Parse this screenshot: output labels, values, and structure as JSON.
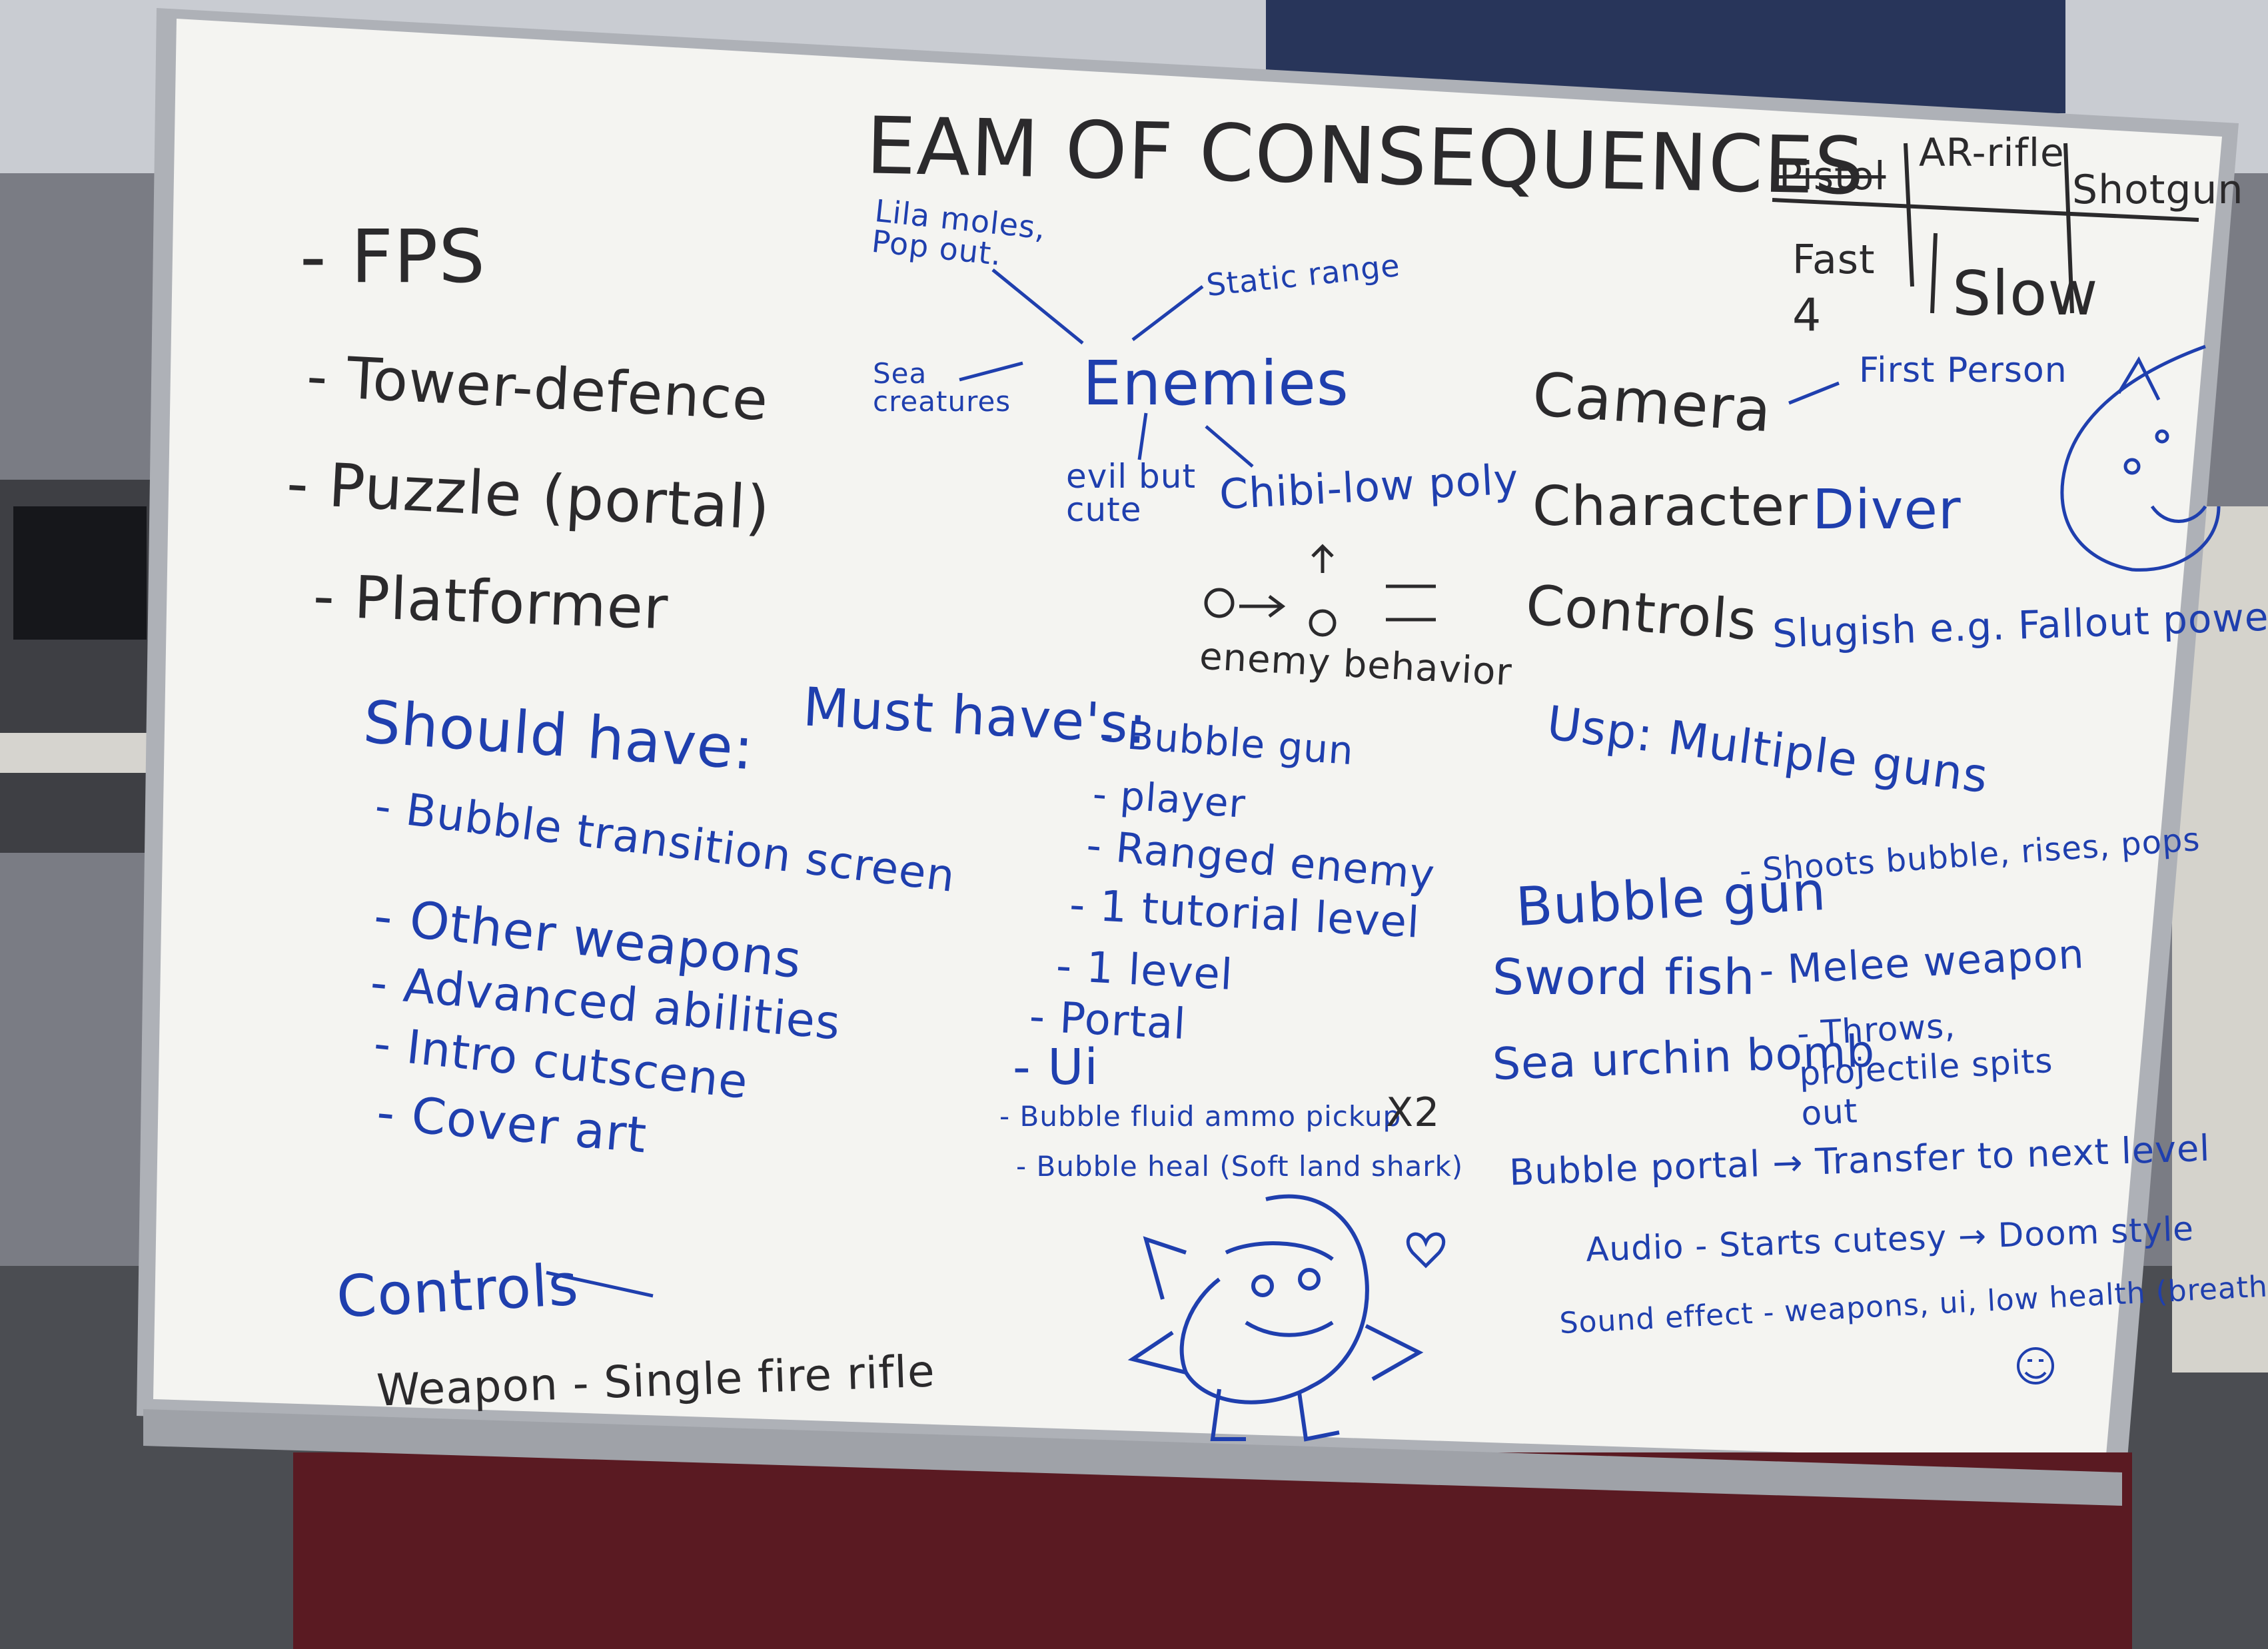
{
  "title": "EAM OF CONSEQUENCES",
  "colors": {
    "black_marker": "#2b2a2c",
    "blue_marker": "#1f3fae",
    "board": "#f3f3f0",
    "frame": "#b9bcc1"
  },
  "weapons_table": {
    "headers": [
      "Pistol",
      "AR-rifle",
      "Shotgun"
    ],
    "row": [
      "Fast",
      "Slow"
    ],
    "number": "4"
  },
  "genres": [
    "- FPS",
    "- Tower-defence",
    "- Puzzle (portal)",
    "- Platformer"
  ],
  "enemies_map": {
    "center": "Enemies",
    "branches": [
      "Lila moles, Pop out.",
      "Static range",
      "Sea creatures",
      "evil but cute",
      "Chibi-low poly"
    ],
    "behavior_label": "enemy behavior"
  },
  "game_spec": {
    "camera": "Camera",
    "camera_value": "First Person",
    "character": "Character",
    "character_value": "Diver",
    "controls": "Controls",
    "controls_value": "Slugish e.g. Fallout power armour"
  },
  "should_have": {
    "heading": "Should have:",
    "items": [
      "- Bubble transition screen",
      "- Other weapons",
      "- Advanced abilities",
      "- Intro cutscene",
      "- Cover art"
    ]
  },
  "must_have": {
    "heading": "Must have's:",
    "items": [
      "- Bubble gun",
      "- player",
      "- Ranged enemy",
      "- 1 tutorial level",
      "- 1 level",
      "- Portal",
      "- Ui",
      "- Bubble fluid ammo pickup",
      "- Bubble heal (Soft land shark)"
    ],
    "x2": "X2"
  },
  "usp": {
    "heading": "Usp: Multiple guns",
    "weapons": [
      {
        "name": "Bubble gun",
        "desc": "- Shoots bubble, rises, pops"
      },
      {
        "name": "Sword fish",
        "desc": "- Melee weapon"
      },
      {
        "name": "Sea urchin bomb",
        "desc": "- Throws, projectile spits out"
      }
    ],
    "portal": "Bubble portal → Transfer to next level",
    "audio": "Audio - Starts cutesy → Doom style",
    "sound": "Sound effect - weapons, ui, low health (breathing)"
  },
  "controls_bottom": {
    "heading": "Controls",
    "weapon": "Weapon - Single fire rifle"
  },
  "icons": [
    "fish-mascot-drawing",
    "small-fish-sketch",
    "heart-icon",
    "smiley-icon",
    "arrow-icon"
  ]
}
